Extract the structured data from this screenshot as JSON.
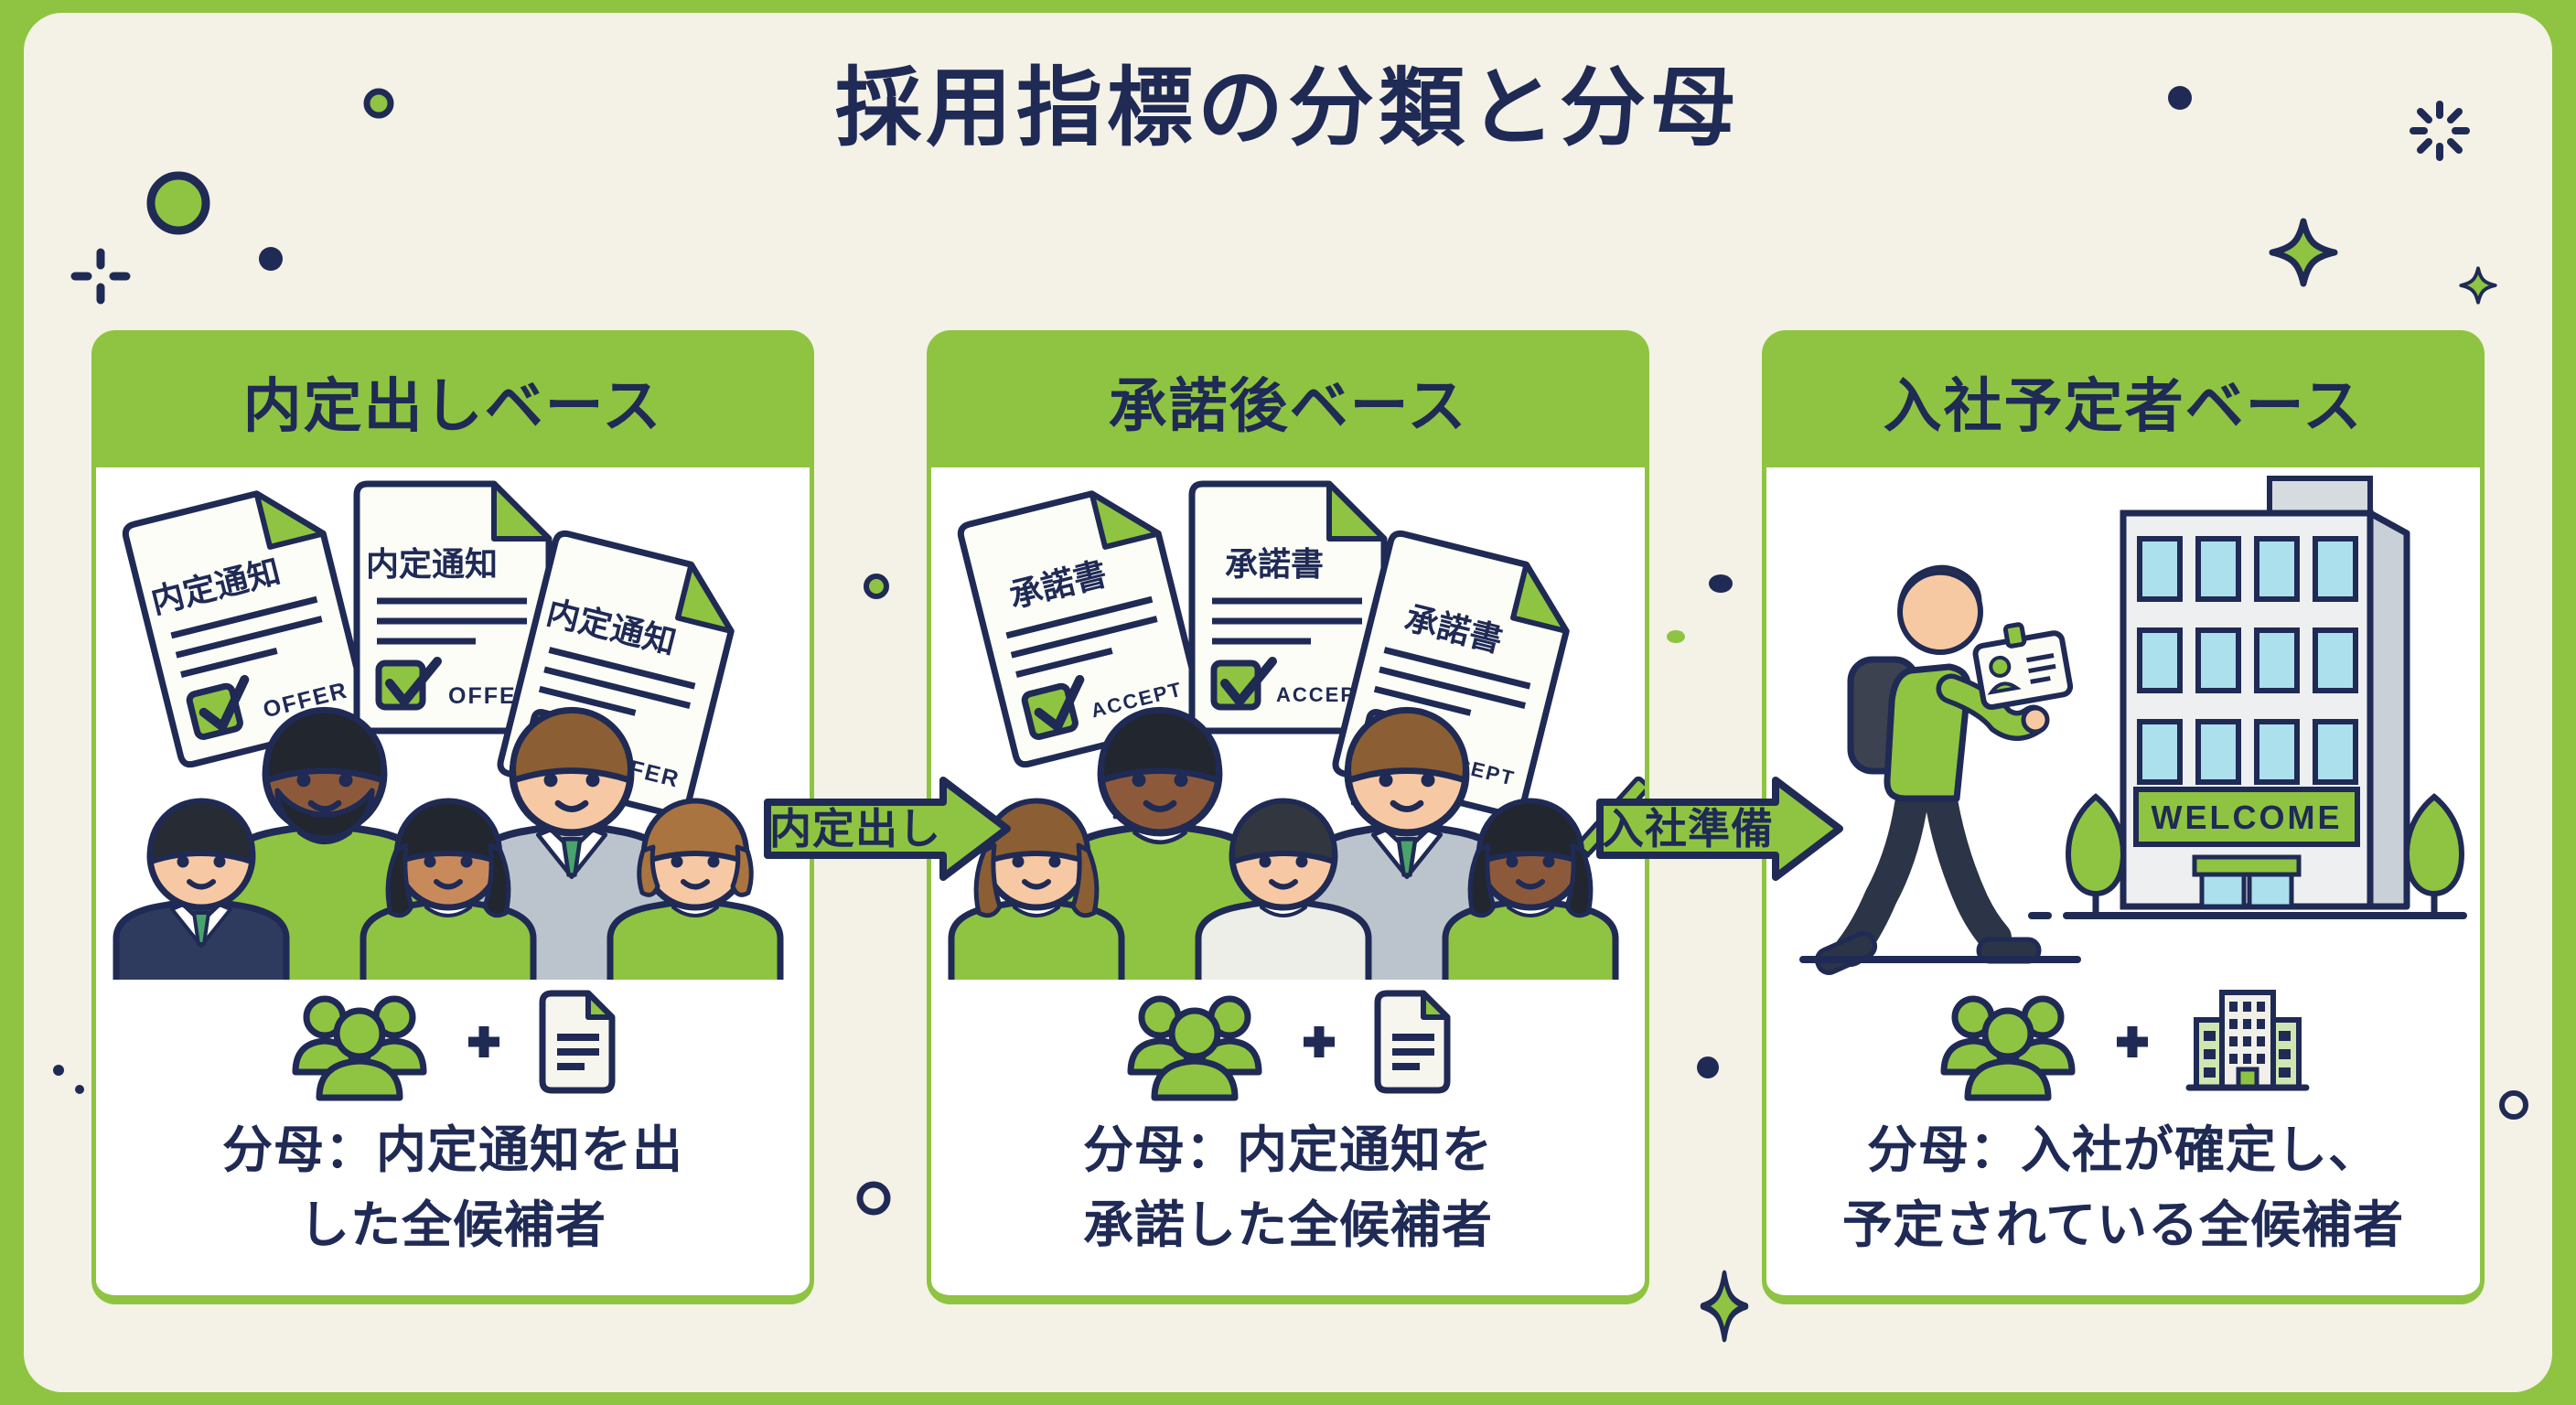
{
  "title": "採用指標の分類と分母",
  "colors": {
    "background": "#F4F1E6",
    "green": "#8EC441",
    "navy": "#1F2A55",
    "white": "#FFFFFF",
    "window_blue": "#ABE0EC",
    "building_gray": "#EDEFF1"
  },
  "panels": [
    {
      "header": "内定出しベース",
      "documents": {
        "label": "内定通知",
        "stamp": "OFFER",
        "count": 3
      },
      "denominator": {
        "line1": "分母：内定通知を出",
        "line2": "した全候補者"
      },
      "icon_row": [
        "people-group-icon",
        "plus-icon",
        "document-icon"
      ]
    },
    {
      "header": "承諾後ベース",
      "documents": {
        "label": "承諾書",
        "stamp": "ACCEPT",
        "count": 3
      },
      "denominator": {
        "line1": "分母：内定通知を",
        "line2": "承諾した全候補者"
      },
      "icon_row": [
        "people-group-icon",
        "plus-icon",
        "document-icon"
      ]
    },
    {
      "header": "入社予定者ベース",
      "building": {
        "sign": "WELCOME"
      },
      "denominator": {
        "line1": "分母：入社が確定し、",
        "line2": "予定されている全候補者"
      },
      "icon_row": [
        "people-group-icon",
        "plus-icon",
        "building-icon"
      ]
    }
  ],
  "arrows": [
    {
      "label": "内定出し"
    },
    {
      "label": "入社準備"
    }
  ]
}
